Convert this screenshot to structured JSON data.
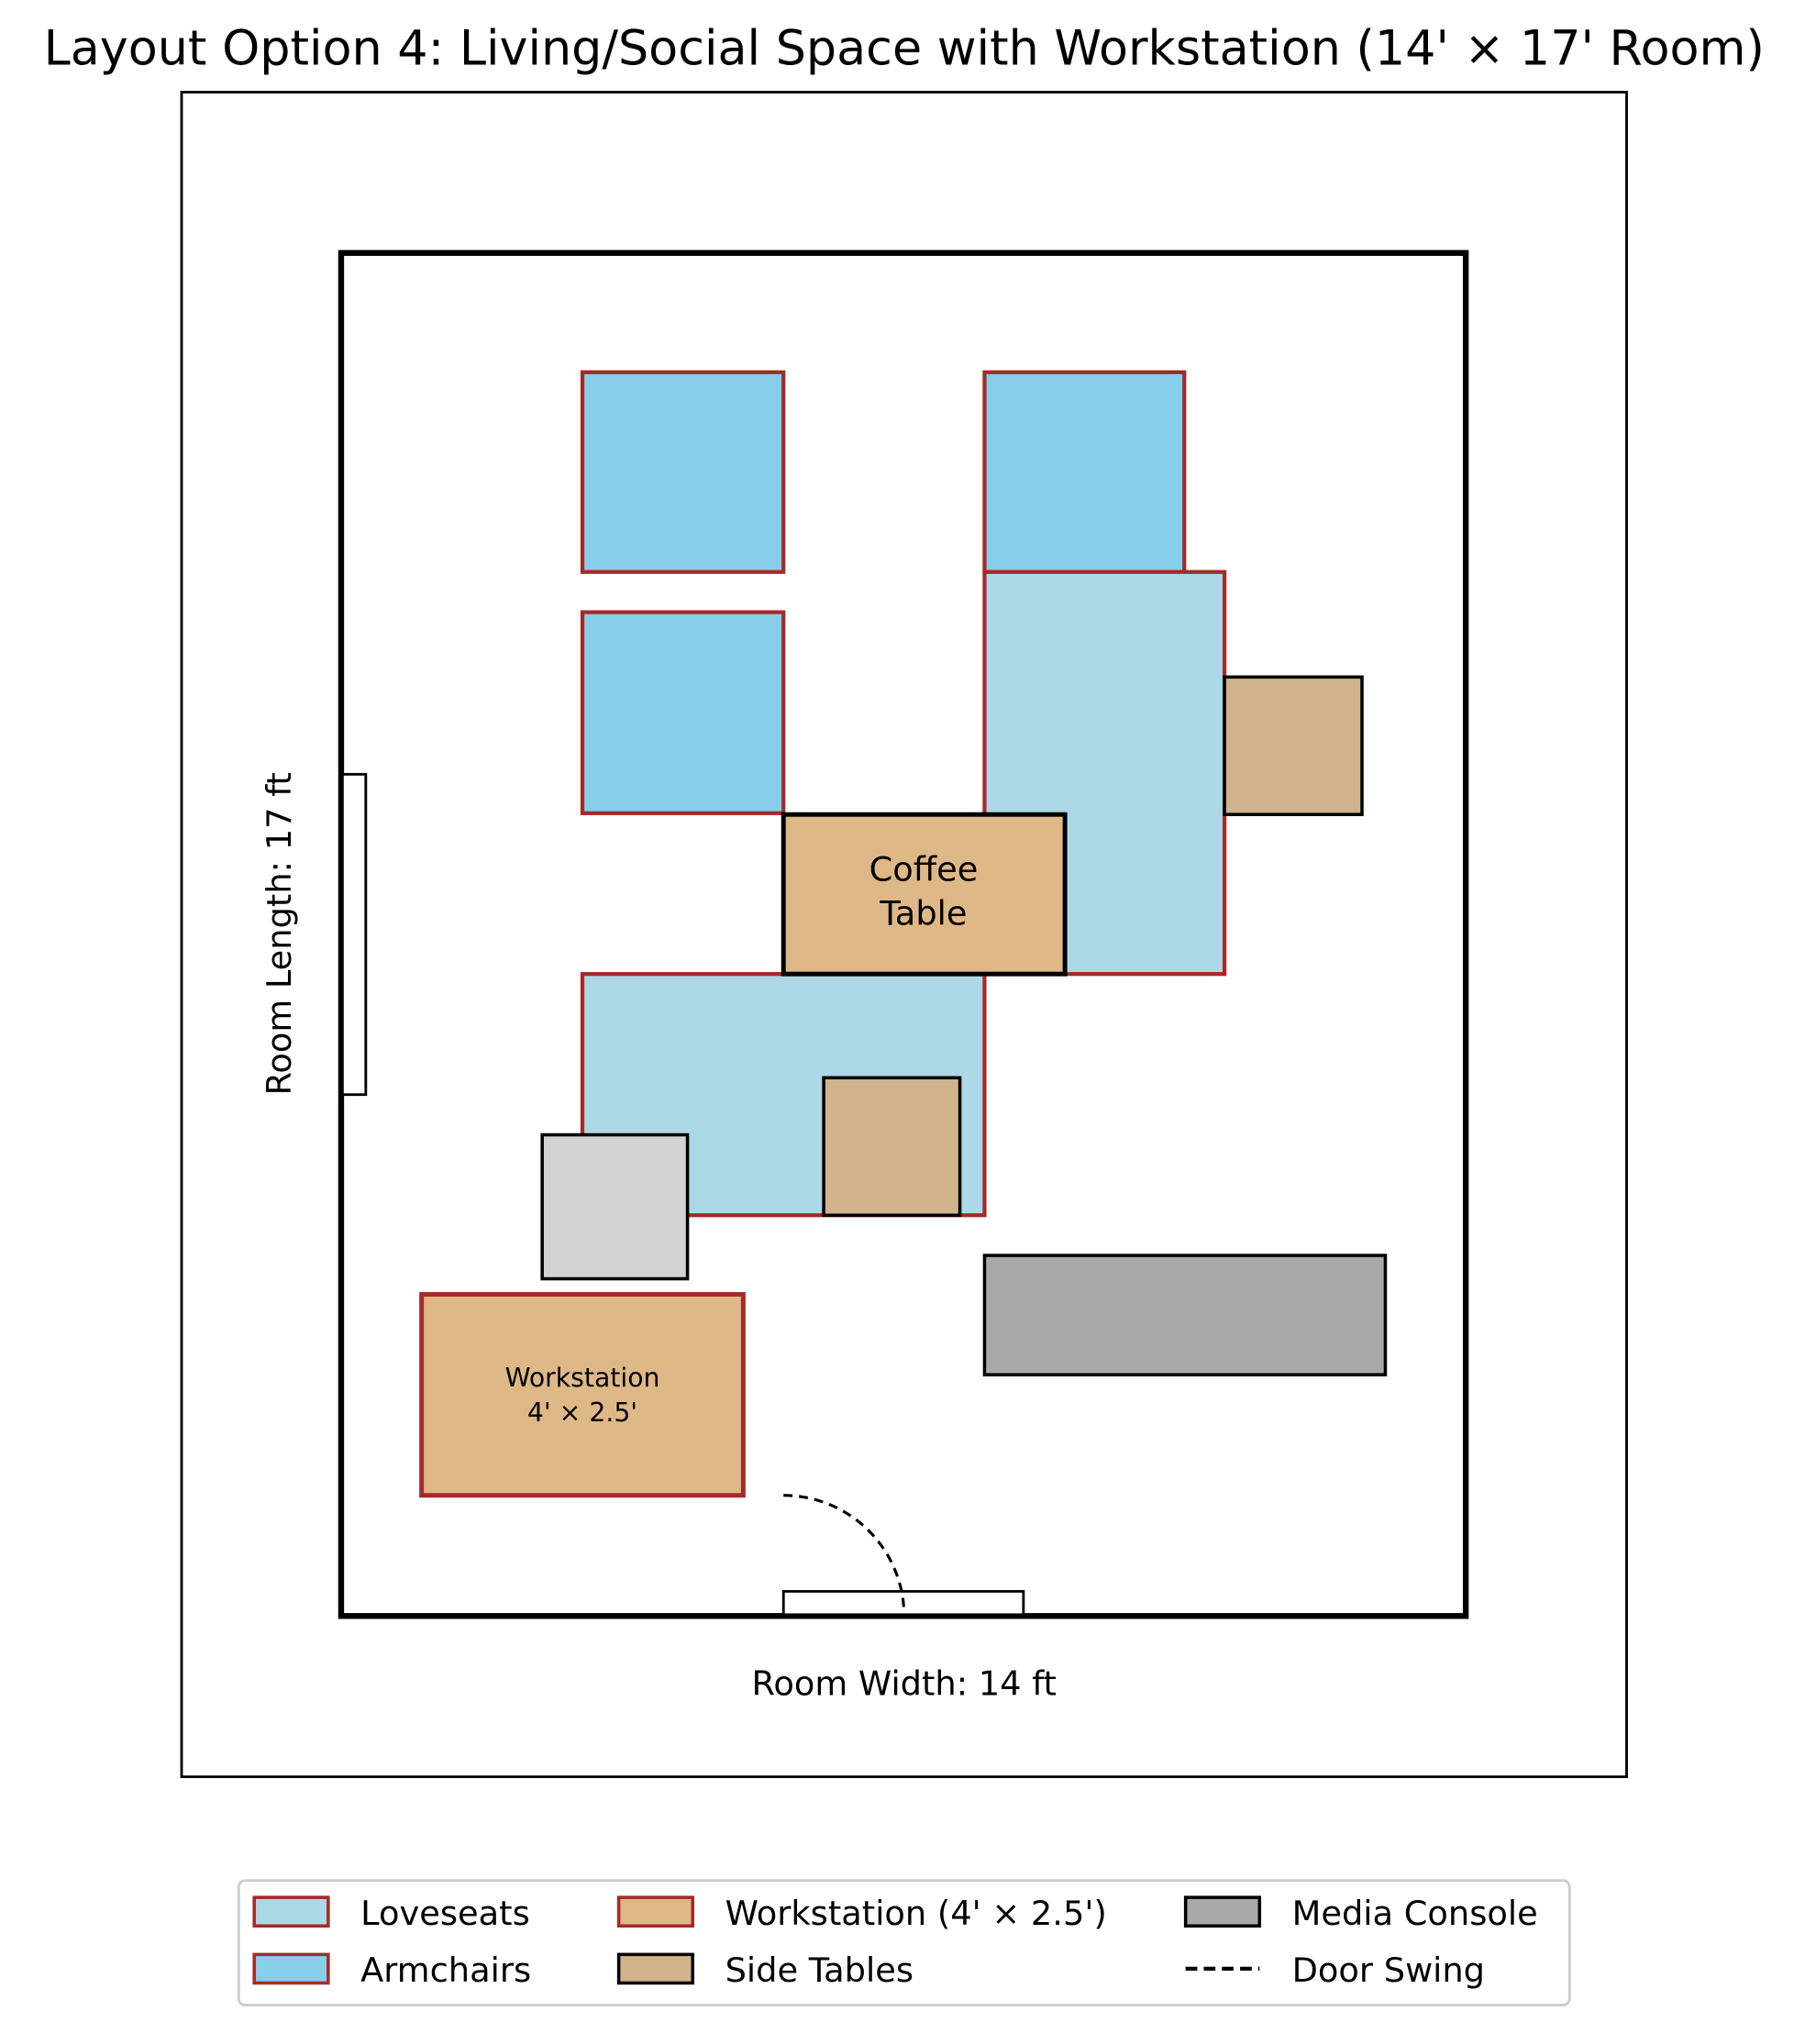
{
  "title": "Layout Option 4: Living/Social Space with Workstation (14' × 17' Room)",
  "room": {
    "width_label": "Room Width: 14 ft",
    "length_label": "Room Length: 17 ft",
    "width_ft": 14,
    "length_ft": 17
  },
  "furniture": {
    "coffee_table": {
      "line1": "Coffee",
      "line2": "Table"
    },
    "workstation": {
      "line1": "Workstation",
      "line2": "4' × 2.5'"
    }
  },
  "colors": {
    "loveseat": "#add8e6",
    "armchair": "#87ceeb",
    "workstation": "#deb887",
    "side_table": "#d2b48c",
    "media_console": "#a9a9a9",
    "chair": "#d3d3d3",
    "accent_edge": "#a52a2a"
  },
  "legend": {
    "items": [
      {
        "label": "Loveseats"
      },
      {
        "label": "Armchairs"
      },
      {
        "label": "Workstation (4' × 2.5')"
      },
      {
        "label": "Side Tables"
      },
      {
        "label": "Media Console"
      },
      {
        "label": "Door Swing"
      }
    ]
  }
}
